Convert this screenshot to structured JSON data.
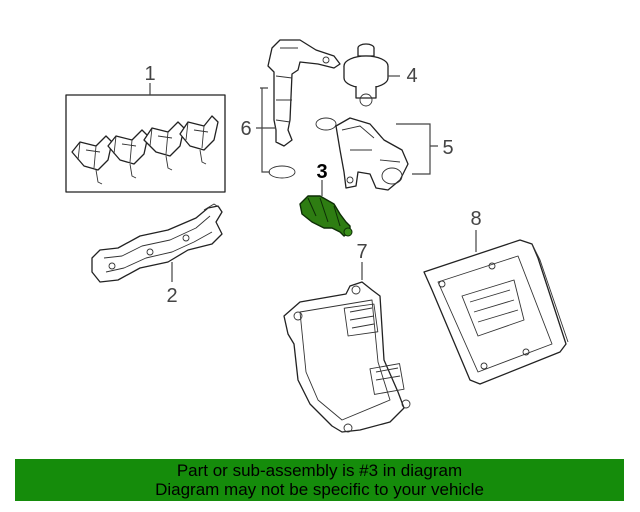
{
  "callouts": {
    "c1": "1",
    "c2": "2",
    "c3": "3",
    "c4": "4",
    "c5": "5",
    "c6": "6",
    "c7": "7",
    "c8": "8"
  },
  "highlight_color": "#2e7d12",
  "banner": {
    "line1": "Part or sub-assembly is #3 in diagram",
    "line2": "Diagram may not be specific to your vehicle",
    "color": "#158c0b"
  }
}
